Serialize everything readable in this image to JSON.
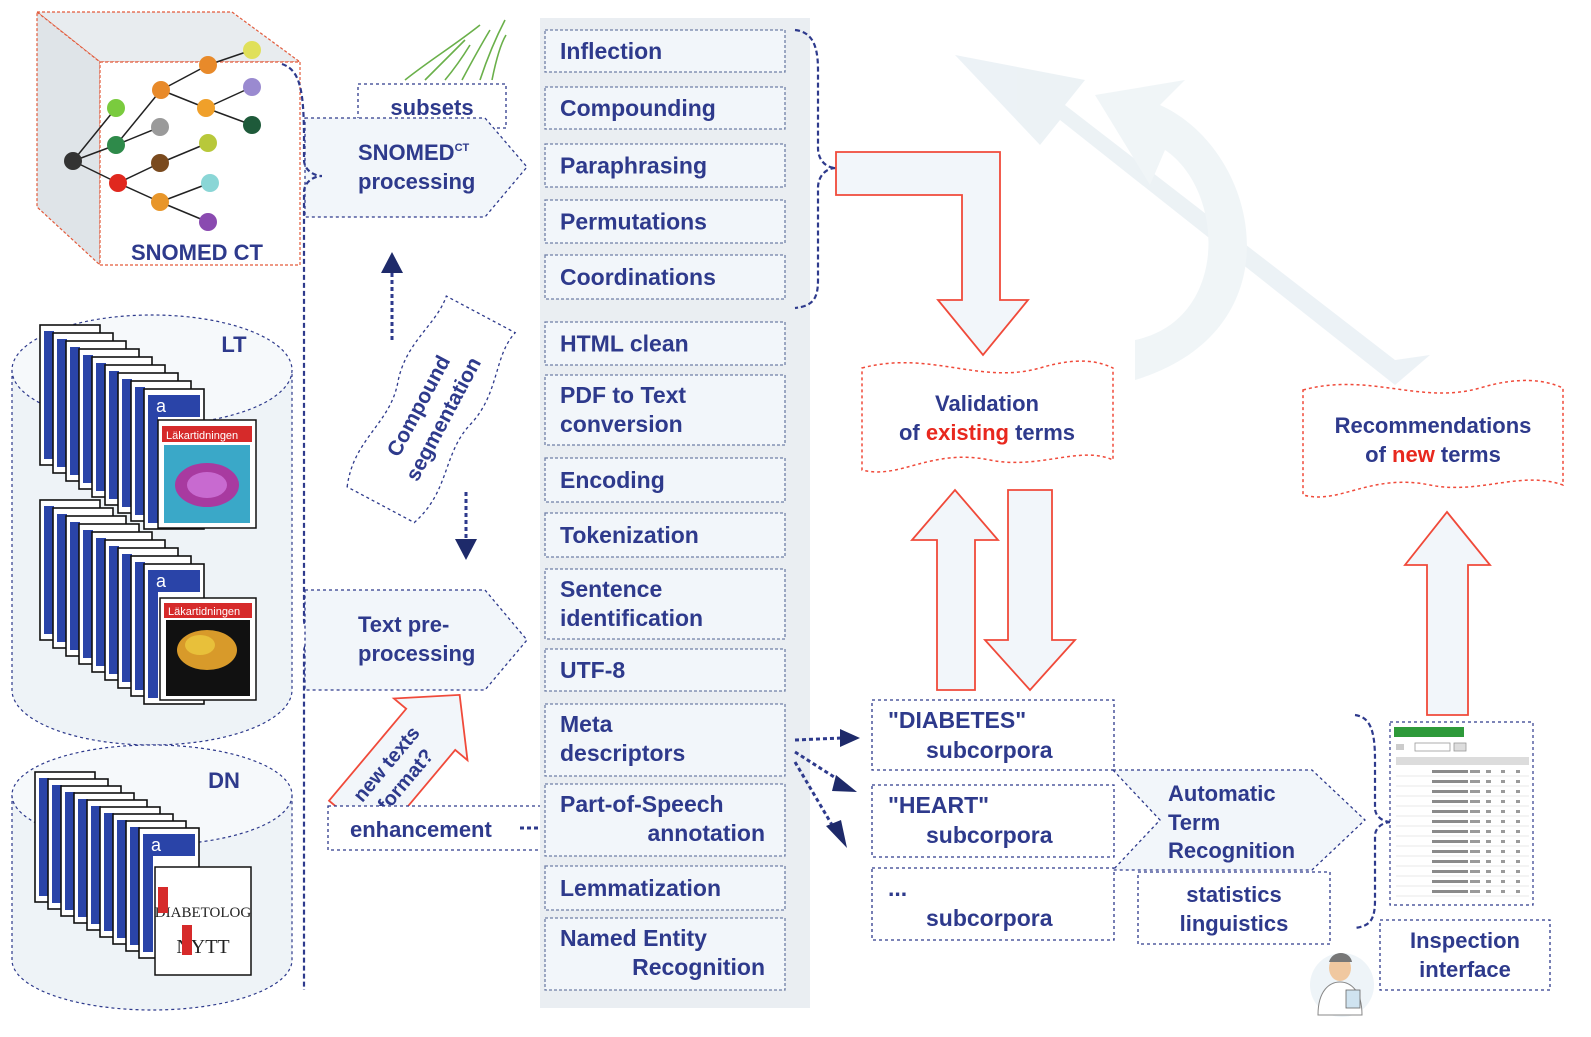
{
  "snomed": {
    "label": "SNOMED CT",
    "subsets_label": "subsets",
    "processing_line1": "SNOMED",
    "processing_sup": "CT",
    "processing_line2": "processing"
  },
  "corpora": {
    "lt_label": "LT",
    "dn_label": "DN",
    "doc_letter": "a",
    "magazine_title": "Läkartidningen",
    "dn_logo_line1": "DIABETOLOG",
    "dn_logo_line2": "NYTT"
  },
  "text_preprocessing": {
    "line1": "Text pre-",
    "line2": "processing"
  },
  "compound_segmentation": {
    "line1": "Compound",
    "line2": "segmentation"
  },
  "new_texts": {
    "line1": "new texts",
    "line2": "format?"
  },
  "enhancement_label": "enhancement",
  "pipeline_steps": [
    {
      "line1": "Inflection",
      "line2": ""
    },
    {
      "line1": "Compounding",
      "line2": ""
    },
    {
      "line1": "Paraphrasing",
      "line2": ""
    },
    {
      "line1": "Permutations",
      "line2": ""
    },
    {
      "line1": "Coordinations",
      "line2": ""
    },
    {
      "line1": "HTML clean",
      "line2": ""
    },
    {
      "line1": "PDF to Text",
      "line2": "conversion"
    },
    {
      "line1": "Encoding",
      "line2": ""
    },
    {
      "line1": "Tokenization",
      "line2": ""
    },
    {
      "line1": "Sentence",
      "line2": "identification"
    },
    {
      "line1": "UTF-8",
      "line2": ""
    },
    {
      "line1": "Meta",
      "line2": "descriptors"
    },
    {
      "line1": "Part-of-Speech",
      "line2": "annotation"
    },
    {
      "line1": "Lemmatization",
      "line2": ""
    },
    {
      "line1": "Named Entity",
      "line2": "Recognition"
    }
  ],
  "validation": {
    "line1": "Validation",
    "line2_pre": "of ",
    "line2_em": "existing",
    "line2_post": " terms"
  },
  "recommendations": {
    "line1": "Recommendations",
    "line2_pre": "of ",
    "line2_em": "new",
    "line2_post": " terms"
  },
  "subcorpora": [
    {
      "line1": "\"DIABETES\"",
      "line2": "subcorpora"
    },
    {
      "line1": "\"HEART\"",
      "line2": "subcorpora"
    },
    {
      "line1": "...",
      "line2": "subcorpora"
    }
  ],
  "atr": {
    "line1": "Automatic",
    "line2": "Term",
    "line3": "Recognition"
  },
  "methods": {
    "line1": "statistics",
    "line2": "linguistics"
  },
  "inspection": {
    "line1": "Inspection",
    "line2": "interface"
  },
  "colors": {
    "text_blue": "#2e3a8c",
    "accent_red": "#f04a3a",
    "emphasis_red": "#e8281e",
    "box_fill": "#f2f6fa"
  }
}
